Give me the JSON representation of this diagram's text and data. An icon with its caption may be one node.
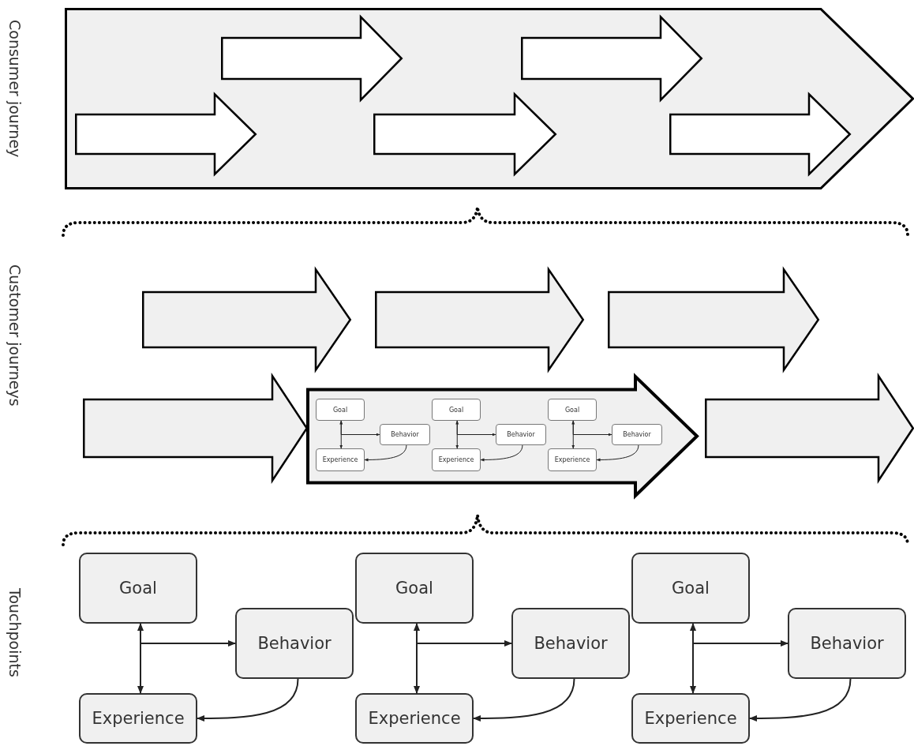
{
  "diagram": {
    "nodes": [
      {
        "text": [],
        "shape": "chevron"
      },
      {
        "text": [],
        "shape": "arrow",
        "in": 0
      },
      {
        "text": [],
        "shape": "arrow",
        "in": 0
      },
      {
        "text": [],
        "shape": "arrow",
        "in": 0
      },
      {
        "text": [],
        "shape": "arrow",
        "in": 0
      },
      {
        "text": [],
        "shape": "arrow",
        "in": 0
      },
      {
        "text": [],
        "shape": "arrow"
      },
      {
        "text": [],
        "shape": "arrow"
      },
      {
        "text": [],
        "shape": "arrow"
      },
      {
        "text": [],
        "shape": "arrow"
      },
      {
        "text": [],
        "shape": "arrow"
      },
      {
        "text": [],
        "shape": "arrow"
      },
      {
        "text": [
          "Goal"
        ],
        "in": 8
      },
      {
        "text": [
          "Behavior"
        ],
        "in": 8
      },
      {
        "text": [
          "Experience"
        ],
        "in": 8
      },
      {
        "text": [
          "Goal"
        ],
        "in": 8
      },
      {
        "text": [
          "Behavior"
        ],
        "in": 8
      },
      {
        "text": [
          "Experience"
        ],
        "in": 8
      },
      {
        "text": [
          "Goal"
        ],
        "in": 8
      },
      {
        "text": [
          "Behavior"
        ],
        "in": 8
      },
      {
        "text": [
          "Experience"
        ],
        "in": 8
      },
      {
        "text": [
          "Goal"
        ]
      },
      {
        "text": [
          "Behavior"
        ]
      },
      {
        "text": [
          "Experience"
        ]
      },
      {
        "text": [
          "Goal"
        ]
      },
      {
        "text": [
          "Behavior"
        ]
      },
      {
        "text": [
          "Experience"
        ]
      },
      {
        "text": [
          "Goal"
        ]
      },
      {
        "text": [
          "Behavior"
        ]
      },
      {
        "text": [
          "Experience"
        ]
      }
    ],
    "edges": [
      {
        "from": 12,
        "to": 14,
        "arrow": "both"
      },
      {
        "from": 12,
        "to": 13,
        "arrow": "to"
      },
      {
        "from": 13,
        "to": 14,
        "arrow": "to"
      },
      {
        "from": 15,
        "to": 17,
        "arrow": "both"
      },
      {
        "from": 15,
        "to": 16,
        "arrow": "to"
      },
      {
        "from": 16,
        "to": 17,
        "arrow": "to"
      },
      {
        "from": 18,
        "to": 20,
        "arrow": "both"
      },
      {
        "from": 18,
        "to": 19,
        "arrow": "to"
      },
      {
        "from": 19,
        "to": 20,
        "arrow": "to"
      },
      {
        "from": 21,
        "to": 23,
        "arrow": "both"
      },
      {
        "from": 21,
        "to": 22,
        "arrow": "to"
      },
      {
        "from": 22,
        "to": 23,
        "arrow": "to"
      },
      {
        "from": 24,
        "to": 26,
        "arrow": "both"
      },
      {
        "from": 24,
        "to": 25,
        "arrow": "to"
      },
      {
        "from": 25,
        "to": 26,
        "arrow": "to"
      },
      {
        "from": 27,
        "to": 29,
        "arrow": "both"
      },
      {
        "from": 27,
        "to": 28,
        "arrow": "to"
      },
      {
        "from": 28,
        "to": 29,
        "arrow": "to"
      }
    ],
    "labels": [
      "Consumer journey",
      "Customer journeys",
      "Touchpoints"
    ]
  }
}
